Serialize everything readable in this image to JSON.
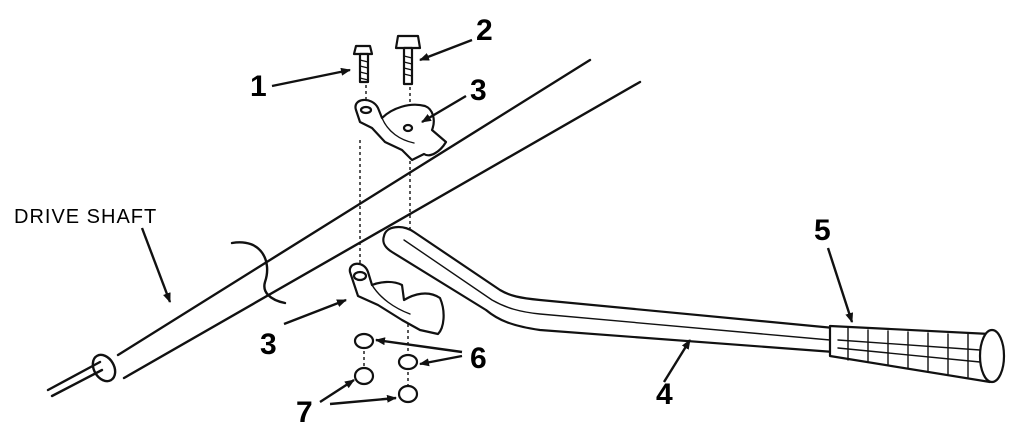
{
  "callouts": [
    {
      "id": "1",
      "text": "1"
    },
    {
      "id": "2",
      "text": "2"
    },
    {
      "id": "3a",
      "text": "3"
    },
    {
      "id": "3b",
      "text": "3"
    },
    {
      "id": "4",
      "text": "4"
    },
    {
      "id": "5",
      "text": "5"
    },
    {
      "id": "6",
      "text": "6"
    },
    {
      "id": "7",
      "text": "7"
    }
  ],
  "drive_shaft_label": "DRIVE SHAFT"
}
